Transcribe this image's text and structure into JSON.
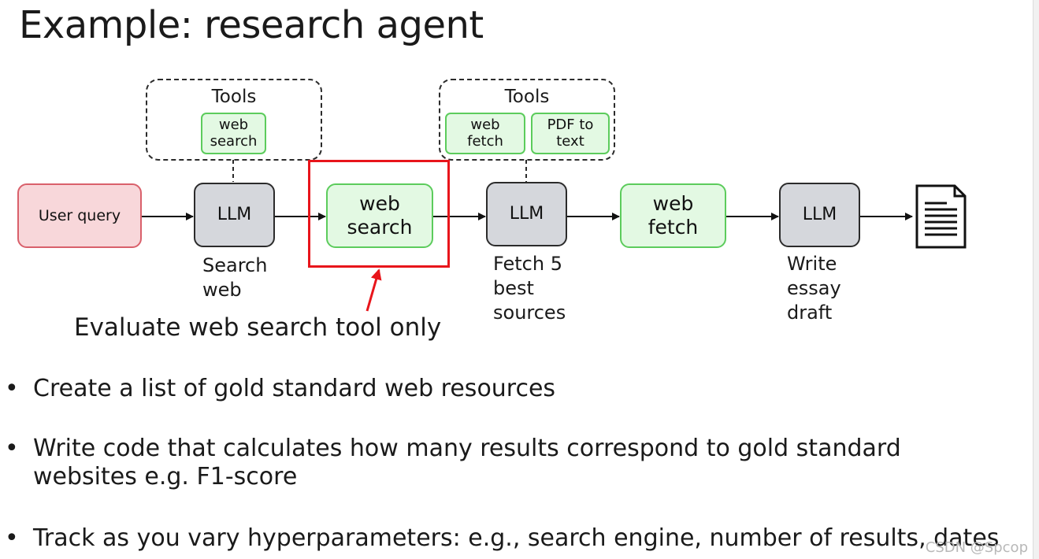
{
  "title": "Example: research agent",
  "diagram": {
    "user_query": "User query",
    "llm_label": "LLM",
    "tools_label": "Tools",
    "tools_group_1": {
      "chips": [
        "web\nsearch"
      ]
    },
    "tools_group_2": {
      "chips": [
        "web\nfetch",
        "PDF to\ntext"
      ]
    },
    "web_search_node": "web\nsearch",
    "web_fetch_node": "web\nfetch",
    "step_labels": {
      "search_web": "Search\nweb",
      "fetch_sources": "Fetch 5\nbest\nsources",
      "write_draft": "Write\nessay\ndraft"
    },
    "callout": "Evaluate web search tool only",
    "output_icon": "document-icon",
    "colors": {
      "llm_fill": "#d5d7dc",
      "tool_fill": "#e3f9e3",
      "tool_border": "#5ccc5c",
      "user_fill": "#f8d7da",
      "user_border": "#d9606b",
      "highlight": "#e8151b"
    }
  },
  "bullets": [
    "Create a list of gold standard web resources",
    "Write code that calculates how many results correspond to gold standard\nwebsites e.g. F1-score",
    "Track as you vary hyperparameters: e.g., search engine, number of results, dates"
  ],
  "watermark": "CSDN @Spcop"
}
